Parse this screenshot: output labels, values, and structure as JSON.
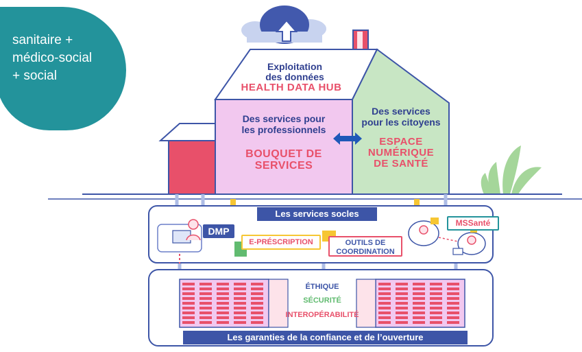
{
  "corner_bubble": {
    "text": "sanitaire +\nmédico-social\n+ social"
  },
  "roof": {
    "line1": "Exploitation",
    "line2": "des données",
    "brand": "HEALTH DATA HUB"
  },
  "pro": {
    "line1": "Des services pour",
    "line2": "les professionnels",
    "title1": "BOUQUET DE",
    "title2": "SERVICES"
  },
  "citizen": {
    "line1": "Des services",
    "line2": "pour les citoyens",
    "title1": "ESPACE",
    "title2": "NUMÉRIQUE",
    "title3": "DE SANTÉ"
  },
  "socles": {
    "title": "Les services socles",
    "dmp": "DMP",
    "eprescription": "E-PRÉSCRIPTION",
    "outils1": "OUTILS DE",
    "outils2": "COORDINATION",
    "mssante": "MSSanté"
  },
  "garanties": {
    "ethique": "ÉTHIQUE",
    "securite": "SÉCURITÉ",
    "interop": "INTEROPÉRABILITÉ",
    "title": "Les garanties de la confiance et de l’ouverture"
  },
  "colors": {
    "teal": "#23939b",
    "navy": "#3d55a7",
    "pink_wall": "#f2c8ef",
    "green_wall": "#c8e6c4",
    "red": "#e8506a",
    "yellow": "#f6c633",
    "green_plant": "#a5d69a"
  }
}
